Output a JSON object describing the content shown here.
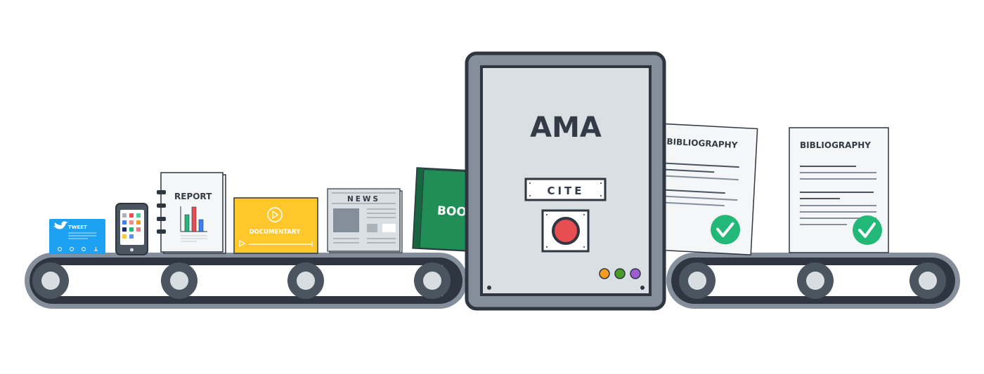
{
  "machine": {
    "style_label": "AMA",
    "cite_label": "CITE"
  },
  "inputs": {
    "tweet_label": "TWEET",
    "report_label": "REPORT",
    "documentary_label": "DOCUMENTARY",
    "news_label": "NEWS",
    "book_label": "BOOK"
  },
  "outputs": [
    {
      "title": "BIBLIOGRAPHY",
      "status": "check-icon"
    },
    {
      "title": "BIBLIOGRAPHY",
      "status": "check-icon"
    }
  ],
  "colors": {
    "dark": "#2f3640",
    "frame": "#858f9b",
    "panel": "#dadfe3",
    "tweet": "#1da1f2",
    "documentary": "#ffc72c",
    "book": "#1f8f57",
    "button_red": "#e84d52",
    "check_green": "#22b877",
    "light_orange": "#f39c1f",
    "light_green": "#4a9a2a",
    "light_purple": "#9b5fd0"
  }
}
